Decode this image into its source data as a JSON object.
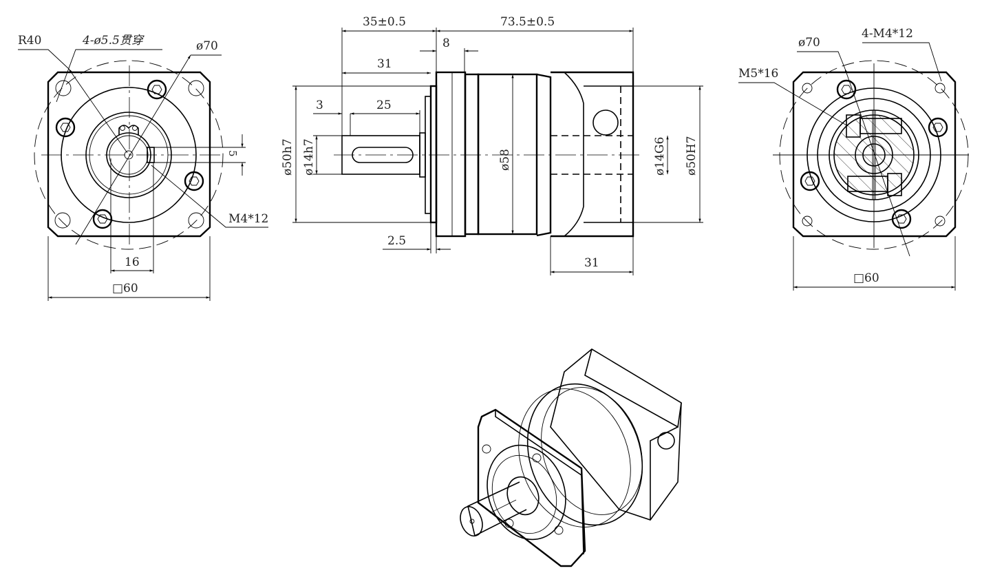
{
  "drawing": {
    "front_view": {
      "radius_label": "R40",
      "through_holes_label": "4-ø5.5贯穿",
      "pcd_label": "ø70",
      "screw_label": "M4*12",
      "key_width_label": "5",
      "key_height_label": "16",
      "square_label": "□60"
    },
    "side_view": {
      "input_length_label": "35±0.5",
      "body_length_label": "73.5±0.5",
      "flange_label": "8",
      "shaft_length_label": "31",
      "shoulder_label": "3",
      "key_length_label": "25",
      "pilot_label": "2.5",
      "output_pilot_label": "ø50h7",
      "output_shaft_label": "ø14h7",
      "housing_dia_label": "ø58",
      "input_bore_label": "ø14G6",
      "input_pilot_label": "ø50H7",
      "motor_flange_length_label": "31"
    },
    "rear_view": {
      "pcd_label": "ø70",
      "tap_label": "4-M4*12",
      "clamp_screw_label": "M5*16",
      "square_label": "□60"
    }
  }
}
